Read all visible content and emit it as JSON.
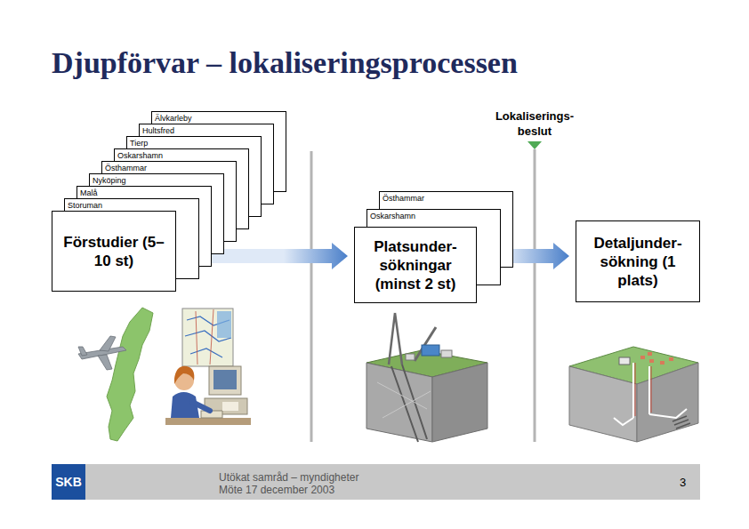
{
  "diagram": {
    "title": "Djupförvar – lokaliseringsprocessen",
    "nodes": [
      {
        "text": [
          "Älvkarleby"
        ]
      },
      {
        "text": [
          "Hultsfred"
        ]
      },
      {
        "text": [
          "Tierp"
        ]
      },
      {
        "text": [
          "Oskarshamn"
        ]
      },
      {
        "text": [
          "Östhammar"
        ]
      },
      {
        "text": [
          "Nyköping"
        ]
      },
      {
        "text": [
          "Malå"
        ]
      },
      {
        "text": [
          "Storuman"
        ]
      },
      {
        "text": [
          "Förstudier (5–10 st)"
        ]
      },
      {
        "text": [
          "Östhammar"
        ]
      },
      {
        "text": [
          "Oskarshamn"
        ]
      },
      {
        "text": [
          "Platsunder- sökningar (minst 2 st)"
        ]
      },
      {
        "text": [
          "Detaljunder- sökning (1 plats)"
        ]
      }
    ],
    "edges": [
      {
        "from": 8,
        "to": 11,
        "arrow": "to"
      },
      {
        "from": 11,
        "to": 12,
        "arrow": "to"
      }
    ],
    "labels": [
      "Lokaliserings- beslut",
      "SKB",
      "Utökat samråd – myndigheter",
      "Möte 17 december 2003",
      "3"
    ]
  }
}
